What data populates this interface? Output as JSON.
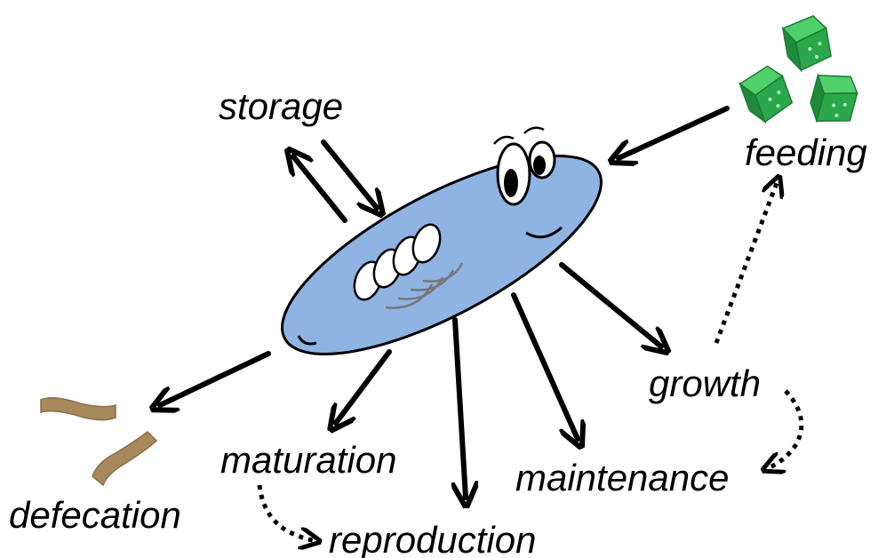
{
  "labels": {
    "storage": "storage",
    "feeding": "feeding",
    "growth": "growth",
    "maintenance": "maintenance",
    "maturation": "maturation",
    "reproduction": "reproduction",
    "defecation": "defecation"
  },
  "colors": {
    "body_fill": "#8fb4e3",
    "food_green": "#2aa84a",
    "feces_brown": "#a8895c",
    "ink": "#000000"
  },
  "icons": [
    "organism-icon",
    "food-cubes-icon",
    "feces-icon",
    "eye-icon",
    "egg-icon"
  ]
}
